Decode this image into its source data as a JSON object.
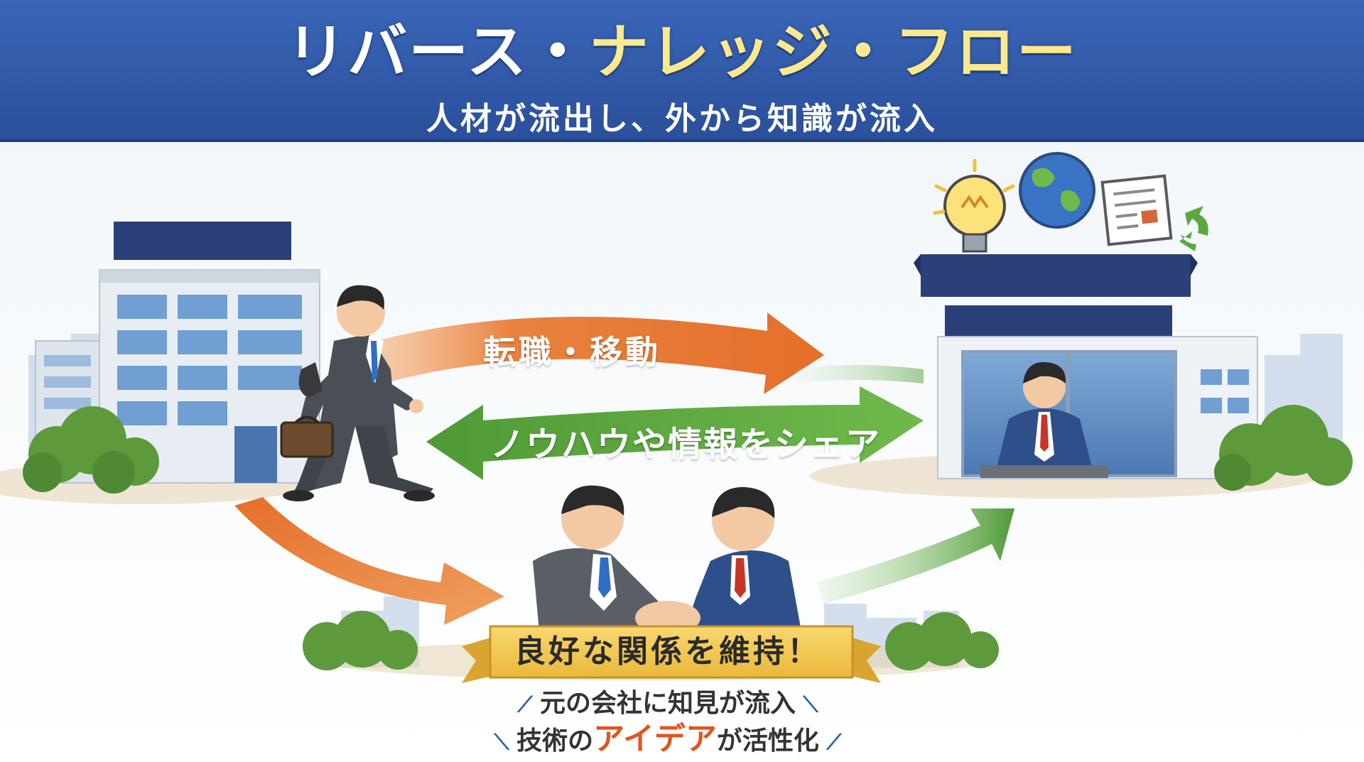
{
  "title": {
    "part1": "リバース・",
    "part2": "ナレッジ・フロー"
  },
  "subtitle": "人材が流出し、外から知識が流入",
  "arrows": {
    "move": "転職・移動",
    "share": "ノウハウや情報をシェア"
  },
  "ribbon": "良好な関係を維持！",
  "bottom": {
    "line1": {
      "text": "元の会社に知見が流入"
    },
    "line2": {
      "before": "技術の",
      "highlight": "アイデア",
      "after": "が活性化"
    }
  },
  "colors": {
    "banner": "#2f5bab",
    "title_highlight": "#fde98c",
    "orange_arrow": "#e8793a",
    "green_arrow": "#58a33e",
    "ribbon": "#f4c94e",
    "highlight_text": "#e2541c"
  },
  "icons": [
    "office-building",
    "walking-businessman",
    "briefcase",
    "new-company-building",
    "lightbulb-icon",
    "globe-icon",
    "document-icon",
    "recycle-icon",
    "handshake"
  ]
}
